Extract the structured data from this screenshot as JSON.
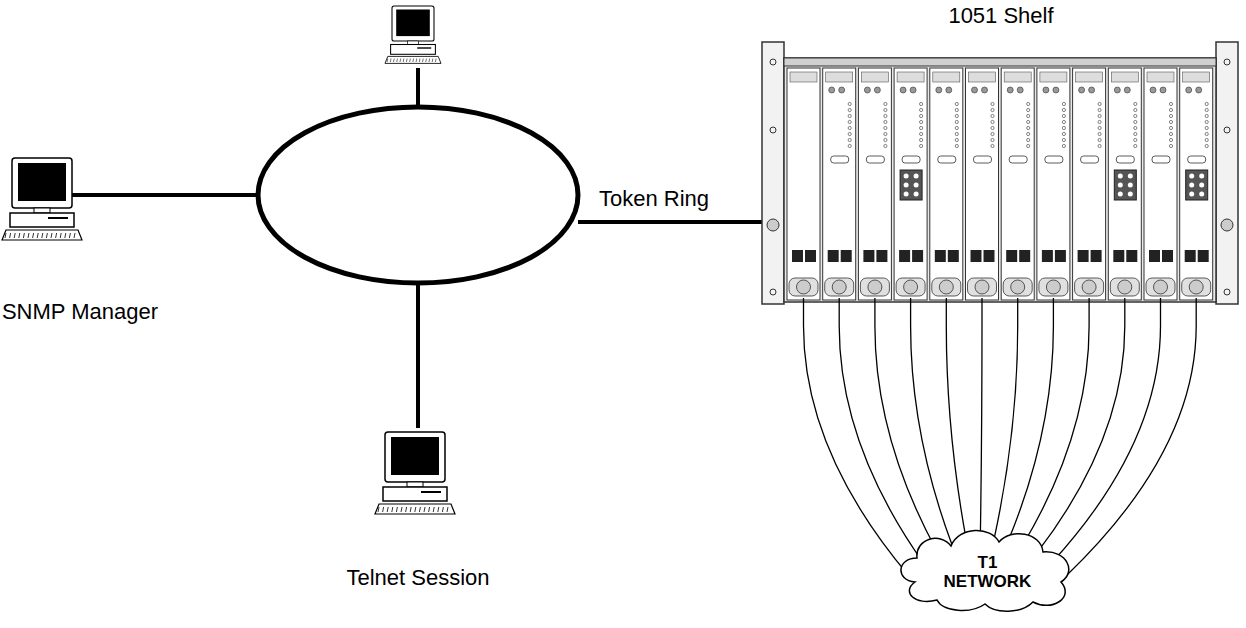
{
  "diagram": {
    "nodes": [
      {
        "text": [
          "SNMP Manager"
        ]
      },
      {
        "text": [
          "Telnet Session"
        ]
      },
      {
        "text": [
          "1051 Shelf"
        ]
      },
      {
        "text": [
          "T1 NETWORK"
        ]
      }
    ],
    "edges": [
      {
        "from": 2,
        "to": 3,
        "arrow": "none"
      },
      {
        "from": 2,
        "to": 3,
        "arrow": "none"
      },
      {
        "from": 2,
        "to": 3,
        "arrow": "none"
      },
      {
        "from": 2,
        "to": 3,
        "arrow": "none"
      },
      {
        "from": 2,
        "to": 3,
        "arrow": "none"
      },
      {
        "from": 2,
        "to": 3,
        "arrow": "none"
      },
      {
        "from": 2,
        "to": 3,
        "arrow": "none"
      },
      {
        "from": 2,
        "to": 3,
        "arrow": "none"
      },
      {
        "from": 2,
        "to": 3,
        "arrow": "none"
      },
      {
        "from": 2,
        "to": 3,
        "arrow": "none"
      },
      {
        "from": 2,
        "to": 3,
        "arrow": "none"
      },
      {
        "from": 2,
        "to": 3,
        "arrow": "none"
      }
    ],
    "labels": [
      "Token Ring"
    ]
  }
}
